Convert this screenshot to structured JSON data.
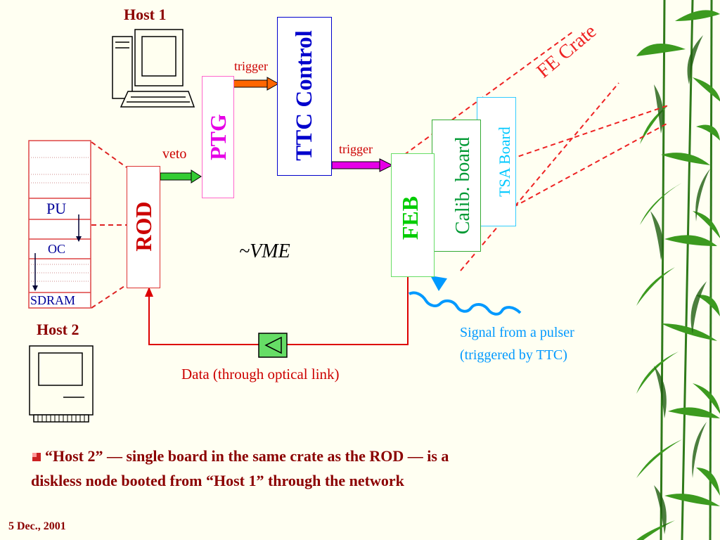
{
  "labels": {
    "host1": "Host 1",
    "host2": "Host 2",
    "ttc_control": "TTC Control",
    "ptg": "PTG",
    "rod": "ROD",
    "feb": "FEB",
    "calib_board": "Calib. board",
    "tsa_board": "TSA Board",
    "fe_crate": "FE Crate",
    "trigger_top": "trigger",
    "trigger_mid": "trigger",
    "veto": "veto",
    "vme": "~VME",
    "pu": "PU",
    "oc": "OC",
    "sdram": "SDRAM",
    "data_link": "Data (through optical link)",
    "pulser_line1": "Signal from a pulser",
    "pulser_line2": "(triggered by TTC)"
  },
  "bullet": {
    "line1": "“Host 2” — single board in the same crate as the ROD — is a",
    "line2": "diskless node booted from “Host 1” through the network"
  },
  "footer": {
    "date": "5 Dec., 2001"
  },
  "colors": {
    "background": "#fffff2",
    "title_dark_red": "#8b0000",
    "ttc_blue": "#0000cc",
    "ptg_magenta": "#e600e6",
    "rod_red": "#cc0000",
    "feb_green": "#00cc00",
    "calib_green": "#009933",
    "tsa_cyan": "#00c8ff",
    "pulser_blue": "#0099ff",
    "link_red": "#dd0000",
    "trigger_orange": "#ff6600",
    "trigger_magenta": "#e600e6",
    "veto_green": "#33cc33",
    "crate_red": "#ee2222"
  }
}
